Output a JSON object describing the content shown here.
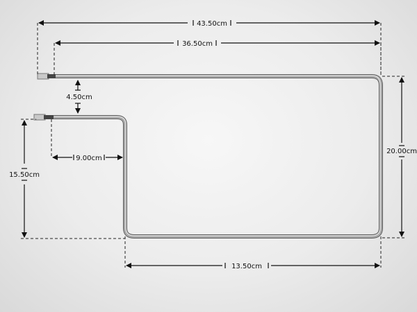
{
  "dimensions": {
    "total_width": "43.50cm",
    "upper_leg_length": "36.50cm",
    "terminal_gap": "4.50cm",
    "inner_offset": "9.00cm",
    "left_height": "15.50cm",
    "right_height": "20.00cm",
    "bottom_length": "13.50cm"
  },
  "colors": {
    "element_tube": "#8a8a8a",
    "element_highlight": "#d8d8d8",
    "dimension_line": "#111111",
    "background": "#ececec"
  }
}
